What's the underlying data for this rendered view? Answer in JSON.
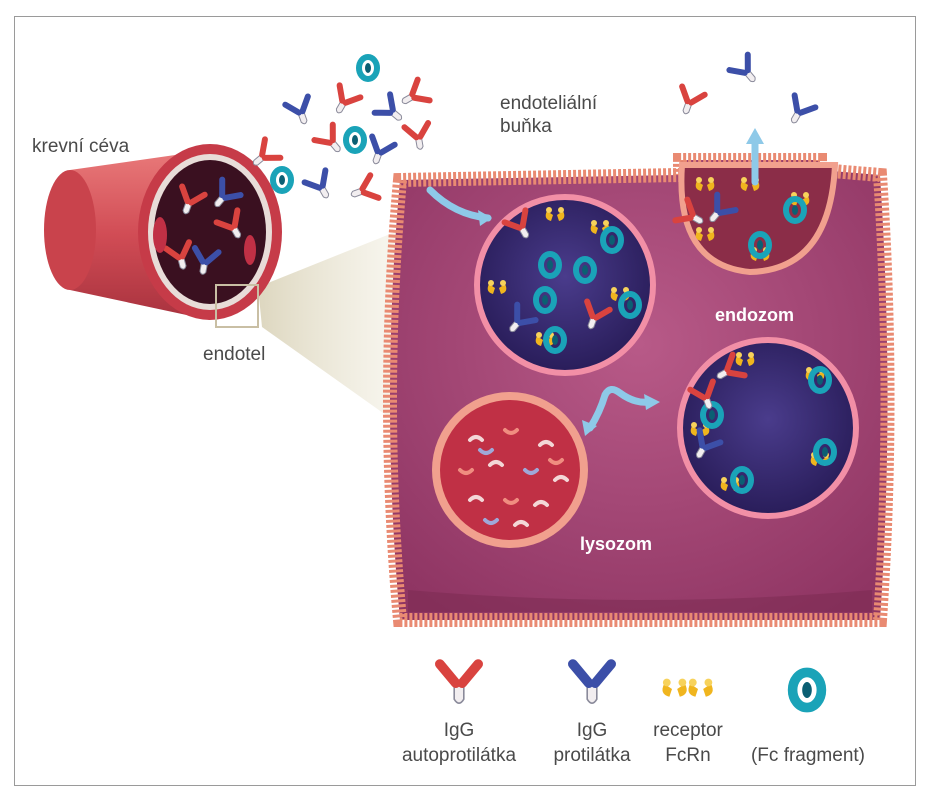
{
  "labels": {
    "vessel": "krevní céva",
    "endothelium": "endotel",
    "cell_line1": "endoteliální",
    "cell_line2": "buňka",
    "endosome": "endozom",
    "lysosome": "lysozom"
  },
  "legend": [
    {
      "icon": "igg-autoantibody-icon",
      "color": "#d9433f",
      "line1": "IgG",
      "line2": "autoprotilátka"
    },
    {
      "icon": "igg-antibody-icon",
      "color": "#3c4fa8",
      "line1": "IgG",
      "line2": "protilátka"
    },
    {
      "icon": "fcrn-receptor-icon",
      "color": "#f0b51e",
      "line1": "receptor",
      "line2": "FcRn"
    },
    {
      "icon": "fc-fragment-icon",
      "color": "#1aa3b8",
      "line1": "",
      "line2": "(Fc fragment)"
    }
  ],
  "colors": {
    "cell_fill": "#b14f7d",
    "membrane": "#e98a72",
    "vessel": "#d8525a",
    "vesicle_fill": "#3c2c73",
    "lysosome_fill": "#c03045",
    "arrow": "#8ec9e8"
  }
}
